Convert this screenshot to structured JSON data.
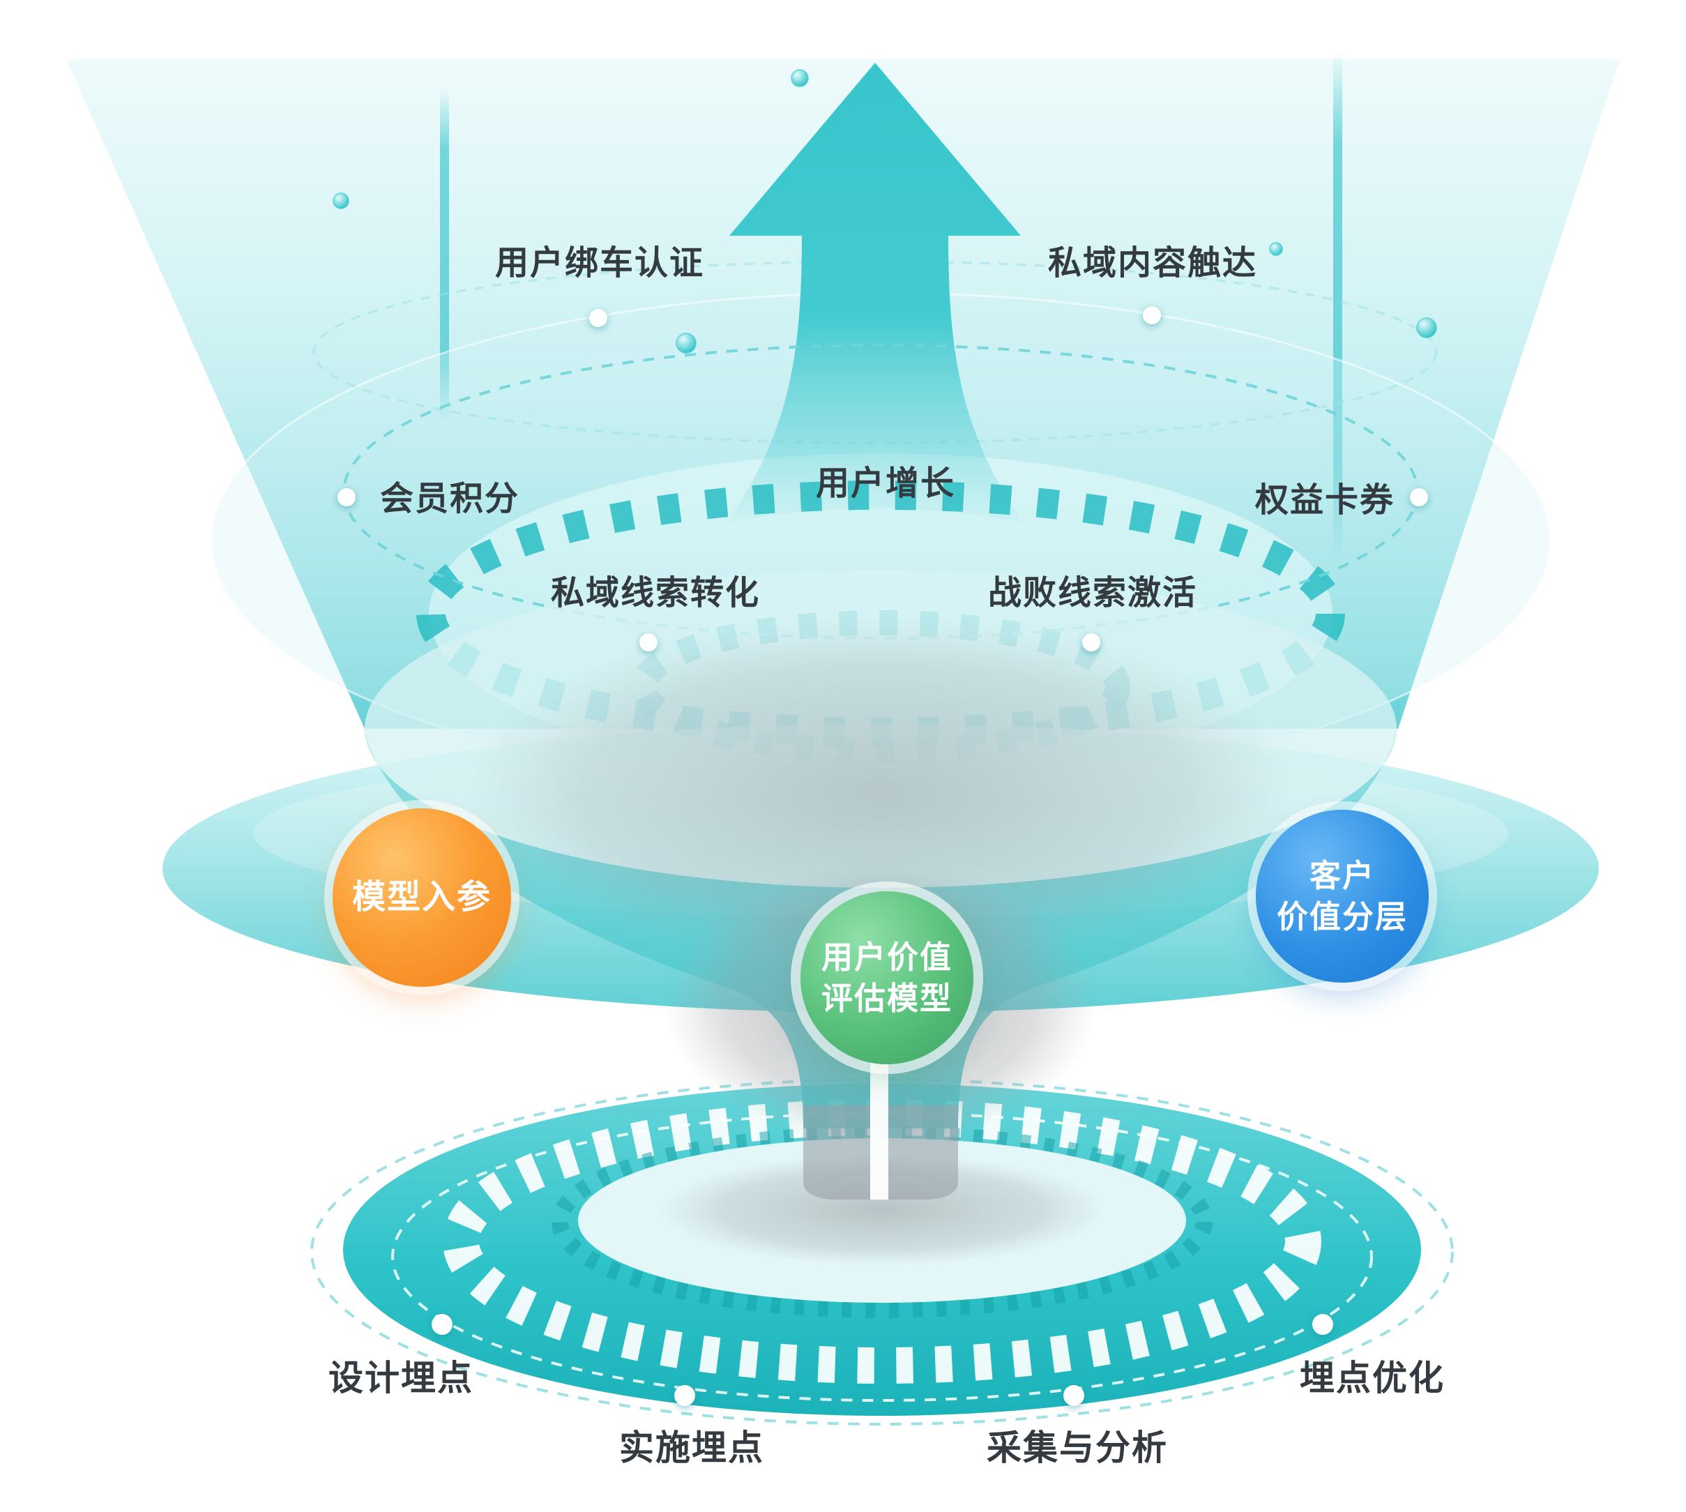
{
  "colors": {
    "teal": "#2EC3C9",
    "teal_light": "#8FE1E5",
    "teal_pale": "#D7F3F4",
    "orange": "#F5821D",
    "blue": "#1B78D2",
    "green": "#3DA263",
    "text_dark": "#333B41",
    "white": "#FFFFFF",
    "gray_shadow": "#9AA1A6"
  },
  "funnel_labels": {
    "user_binding": "用户绑车认证",
    "private_content": "私域内容触达",
    "member_points": "会员积分",
    "benefit_coupons": "权益卡券",
    "user_growth": "用户增长",
    "private_lead_conversion": "私域线索转化",
    "lost_lead_activation": "战败线索激活"
  },
  "model_nodes": {
    "input": "模型入参",
    "customer_line1": "客户",
    "customer_line2": "价值分层",
    "value_line1": "用户价值",
    "value_line2": "评估模型"
  },
  "tracking_labels": {
    "design": "设计埋点",
    "implement": "实施埋点",
    "collect": "采集与分析",
    "optimize": "埋点优化"
  }
}
